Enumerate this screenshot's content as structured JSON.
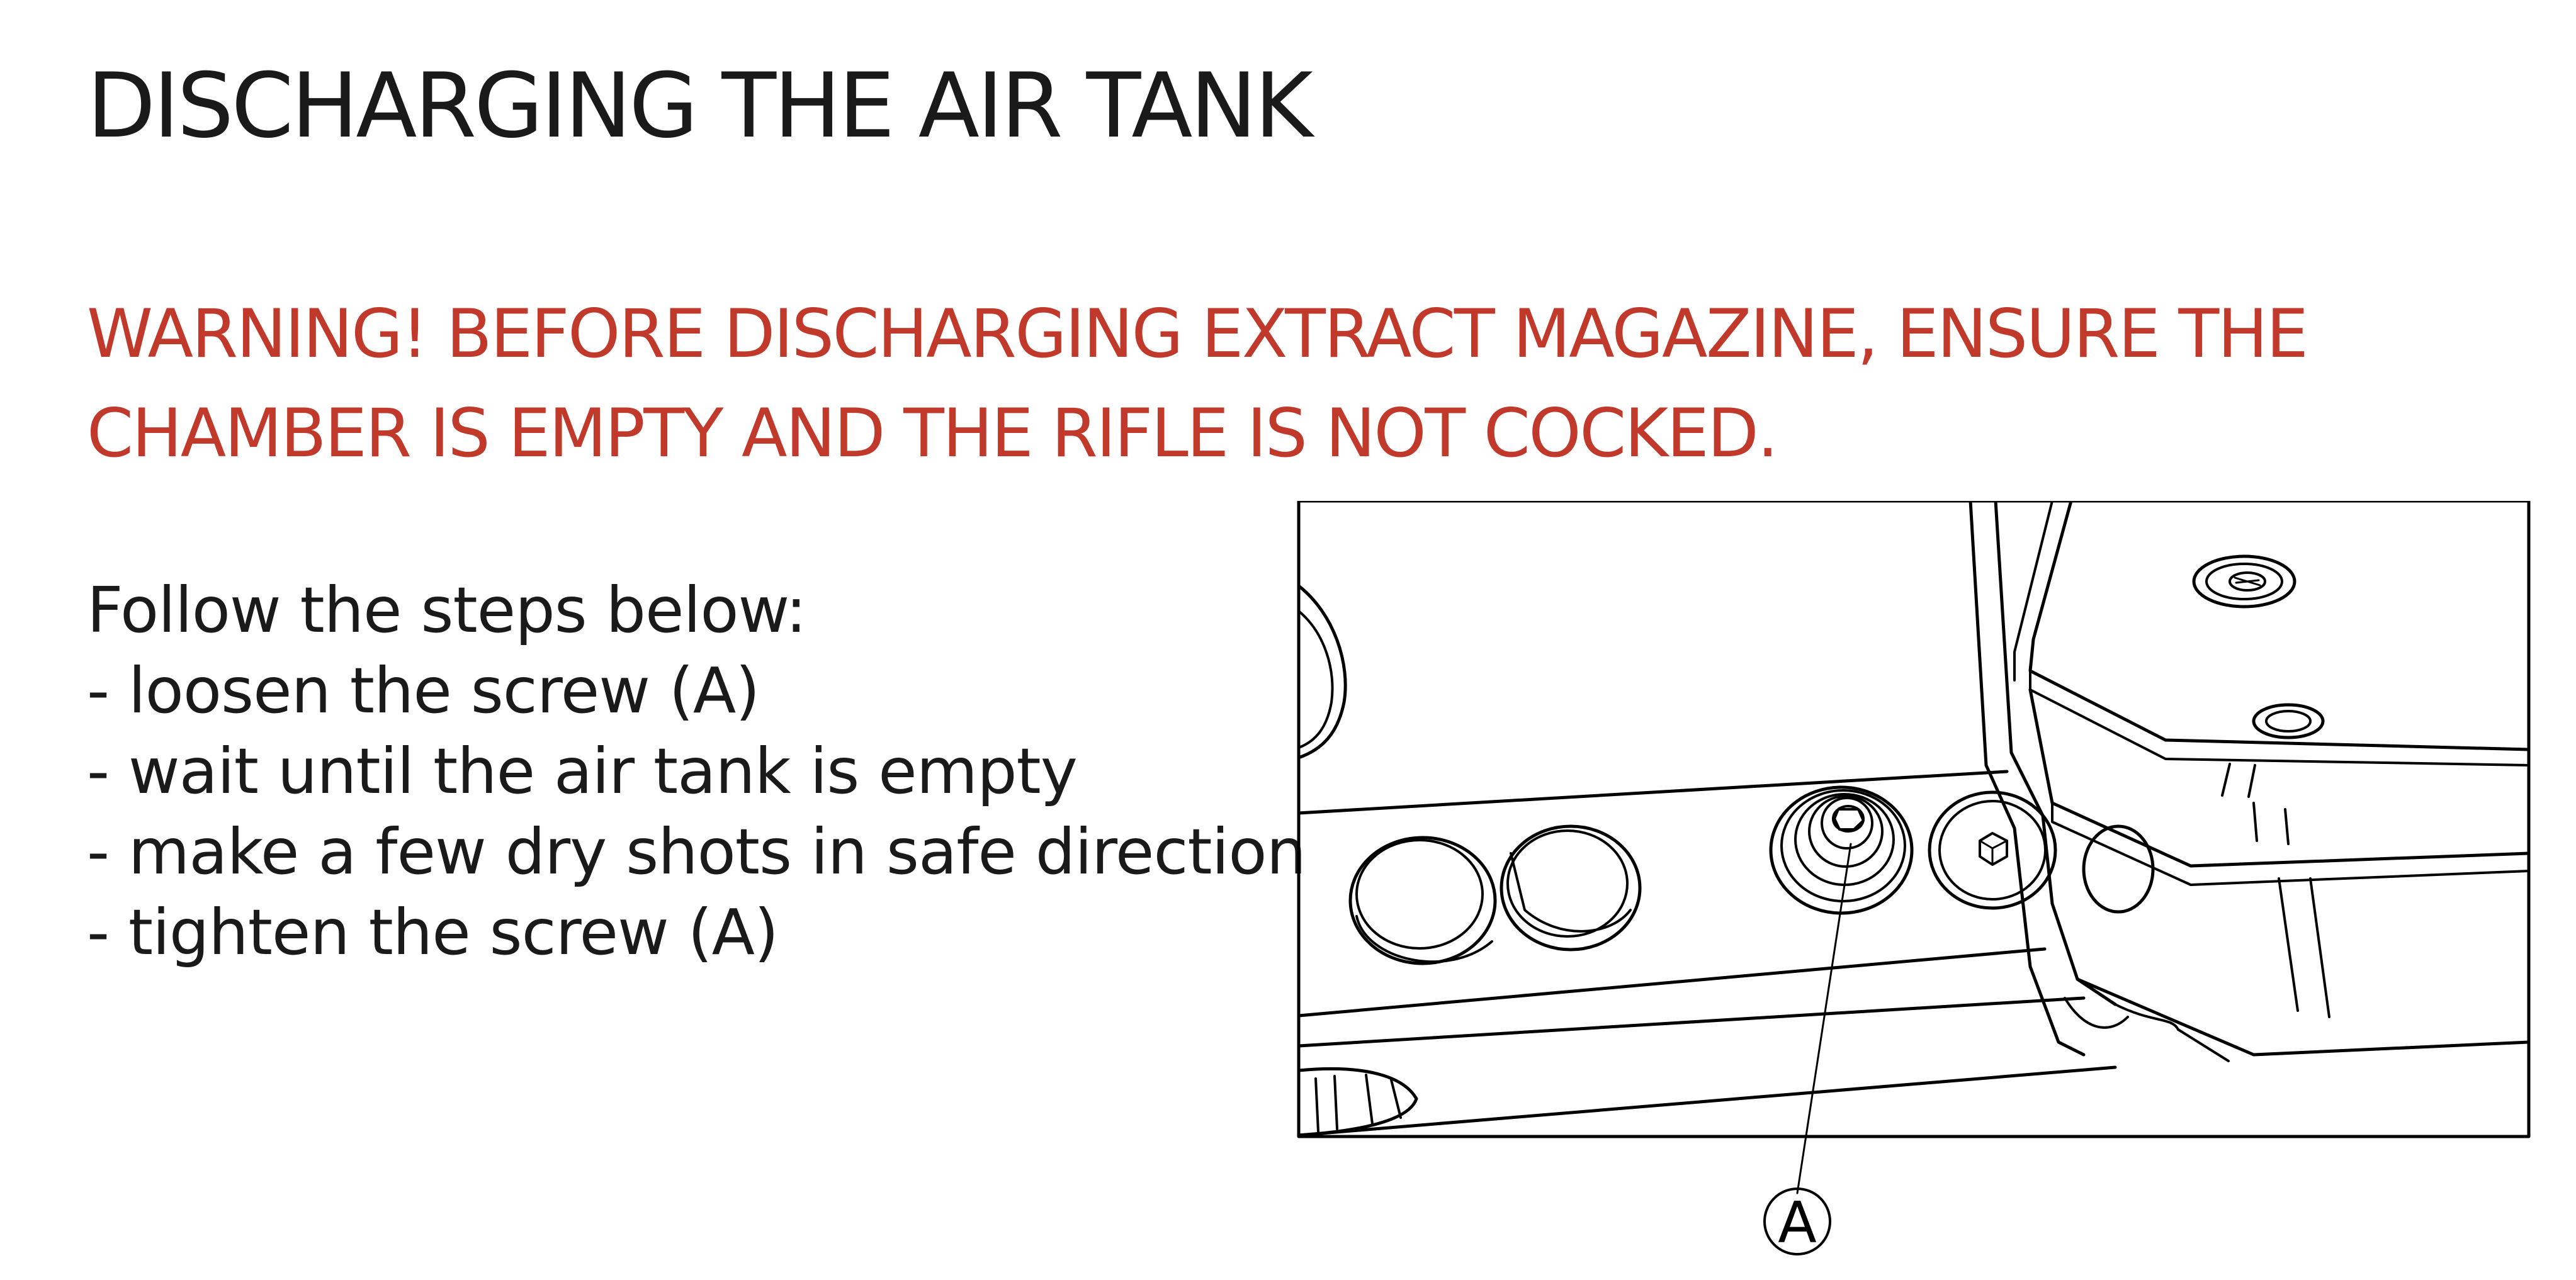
{
  "page": {
    "title": "DISCHARGING THE AIR TANK",
    "warning_lines": [
      "WARNING! BEFORE DISCHARGING EXTRACT MAGAZINE, ENSURE THE",
      "CHAMBER IS EMPTY AND THE RIFLE IS NOT COCKED."
    ],
    "steps_intro": "Follow the steps below:",
    "steps": [
      "- loosen the screw (A)",
      "- wait until the air tank is empty",
      "- make a few dry shots in safe direction",
      "- tighten the screw (A)"
    ]
  },
  "illustration": {
    "callout_label": "A"
  },
  "colors": {
    "warning": "#c0392b",
    "text": "#1a1a1a",
    "line": "#000000"
  }
}
